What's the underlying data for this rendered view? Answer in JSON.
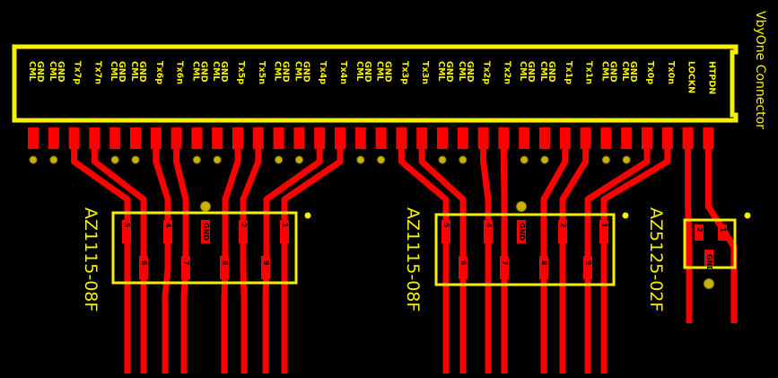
{
  "connector": {
    "title": "VbyOne Connector",
    "pins": [
      [
        "CML",
        "GND"
      ],
      [
        "CML",
        "GND"
      ],
      [
        "Tx7p"
      ],
      [
        "Tx7n"
      ],
      [
        "CML",
        "GND"
      ],
      [
        "CML",
        "GND"
      ],
      [
        "Tx6p"
      ],
      [
        "Tx6n"
      ],
      [
        "CML",
        "GND"
      ],
      [
        "CML",
        "GND"
      ],
      [
        "Tx5p"
      ],
      [
        "Tx5n"
      ],
      [
        "CML",
        "GND"
      ],
      [
        "CML",
        "GND"
      ],
      [
        "Tx4p"
      ],
      [
        "Tx4n"
      ],
      [
        "CML",
        "GND"
      ],
      [
        "CML",
        "GND"
      ],
      [
        "Tx3p"
      ],
      [
        "Tx3n"
      ],
      [
        "CML",
        "GND"
      ],
      [
        "CML",
        "GND"
      ],
      [
        "Tx2p"
      ],
      [
        "Tx2n"
      ],
      [
        "CML",
        "GND"
      ],
      [
        "CML",
        "GND"
      ],
      [
        "Tx1p"
      ],
      [
        "Tx1n"
      ],
      [
        "CML",
        "GND"
      ],
      [
        "CML",
        "GND"
      ],
      [
        "Tx0p"
      ],
      [
        "Tx0n"
      ],
      [
        "LOCKN"
      ],
      [
        "HTPDN"
      ]
    ]
  },
  "chips": [
    {
      "part": "AZ1115-08F",
      "top_pads": [
        "5",
        "4",
        "GND",
        "2",
        "1"
      ],
      "bottom_pads": [
        "6",
        "7",
        "8",
        "9"
      ]
    },
    {
      "part": "AZ1115-08F",
      "top_pads": [
        "5",
        "4",
        "GND",
        "2",
        "1"
      ],
      "bottom_pads": [
        "6",
        "7",
        "8",
        "9"
      ]
    },
    {
      "part": "AZ5125-02F",
      "top_pads": [
        "2",
        "1"
      ],
      "bottom_pads": [
        "GND"
      ]
    }
  ],
  "colors": {
    "background": "#000000",
    "copper": "#ff0000",
    "silkscreen": "#f5f000",
    "via": "#c8b400"
  }
}
